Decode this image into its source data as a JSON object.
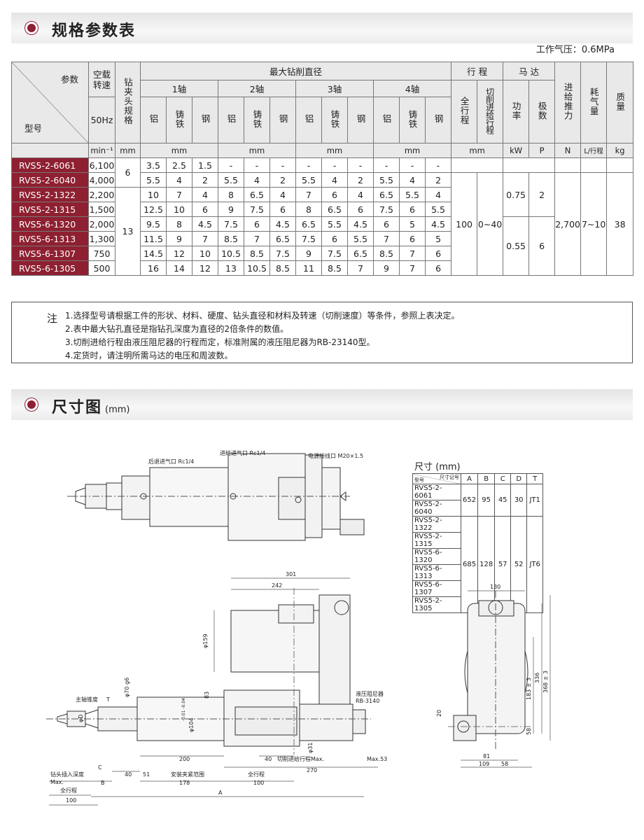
{
  "section1": {
    "title": "规格参数表",
    "pressure": "工作气压：0.6MPa"
  },
  "table": {
    "hdr_param": "参数",
    "hdr_model": "型号",
    "hdr_speed": "空载\n转速",
    "hdr_hz": "50Hz",
    "hdr_chuck": "钻夹头规格",
    "hdr_maxdia": "最大钻削直径",
    "hdr_stroke": "行 程",
    "hdr_motor": "马 达",
    "hdr_thrust": "进给推力",
    "hdr_air": "耗气量",
    "hdr_mass": "质量",
    "axes": [
      "1轴",
      "2轴",
      "3轴",
      "4轴"
    ],
    "materials": [
      "铝",
      "铸铁",
      "钢"
    ],
    "hdr_fullstroke": "全行程",
    "hdr_cutstroke": "切削进给行程",
    "hdr_power": "功率",
    "hdr_poles": "极数",
    "u_speed": "min⁻¹",
    "u_chuck": "mm",
    "u_dia": "mm",
    "u_stroke": "mm",
    "u_power": "kW",
    "u_poles": "P",
    "u_thrust": "N",
    "u_air": "L/行程",
    "u_mass": "kg",
    "rows": [
      {
        "model": "RVS5-2-6061",
        "speed": "6,100",
        "d": [
          "3.5",
          "2.5",
          "1.5",
          "-",
          "-",
          "-",
          "-",
          "-",
          "-",
          "-",
          "-",
          "-"
        ]
      },
      {
        "model": "RVS5-2-6040",
        "speed": "4,000",
        "d": [
          "5.5",
          "4",
          "2",
          "5.5",
          "4",
          "2",
          "5.5",
          "4",
          "2",
          "5.5",
          "4",
          "2"
        ]
      },
      {
        "model": "RVS5-2-1322",
        "speed": "2,200",
        "d": [
          "10",
          "7",
          "4",
          "8",
          "6.5",
          "4",
          "7",
          "6",
          "4",
          "6.5",
          "5.5",
          "4"
        ]
      },
      {
        "model": "RVS5-2-1315",
        "speed": "1,500",
        "d": [
          "12.5",
          "10",
          "6",
          "9",
          "7.5",
          "6",
          "8",
          "6.5",
          "6",
          "7.5",
          "6",
          "5.5"
        ]
      },
      {
        "model": "RVS5-6-1320",
        "speed": "2,000",
        "d": [
          "9.5",
          "8",
          "4.5",
          "7.5",
          "6",
          "4.5",
          "6.5",
          "5.5",
          "4.5",
          "6",
          "5",
          "4.5"
        ]
      },
      {
        "model": "RVS5-6-1313",
        "speed": "1,300",
        "d": [
          "11.5",
          "9",
          "7",
          "8.5",
          "7",
          "6.5",
          "7.5",
          "6",
          "5.5",
          "7",
          "6",
          "5"
        ]
      },
      {
        "model": "RVS5-6-1307",
        "speed": "750",
        "d": [
          "14.5",
          "12",
          "10",
          "10.5",
          "8.5",
          "7.5",
          "9",
          "7.5",
          "6.5",
          "8.5",
          "7",
          "6"
        ]
      },
      {
        "model": "RVS5-6-1305",
        "speed": "500",
        "d": [
          "16",
          "14",
          "12",
          "13",
          "10.5",
          "8.5",
          "11",
          "8.5",
          "7",
          "9",
          "7",
          "6"
        ]
      }
    ],
    "chuck_a": "6",
    "chuck_b": "13",
    "fullstroke": "100",
    "cutstroke": "0~40",
    "power_a": "0.75",
    "power_b": "0.55",
    "poles_a": "2",
    "poles_b": "6",
    "thrust": "2,700",
    "air": "7~10",
    "mass": "38"
  },
  "notes": {
    "label": "注",
    "lines": [
      "1.选择型号请根据工件的形状、材料、硬度、钻头直径和材料及转速（切削速度）等条件，参照上表决定。",
      "2.表中最大钻孔直径是指钻孔深度为直径的2倍条件的数值。",
      "3.切削进给行程由液压阻尼器的行程而定，标准附属的液压阻尼器为RB-23140型。",
      "4.定货时，请注明所需马达的电压和周波数。"
    ]
  },
  "section2": {
    "title": "尺寸图",
    "unit": "(mm)"
  },
  "dimtable": {
    "title": "尺寸 (mm)",
    "hdr_model": "型号",
    "hdr_sym": "尺寸记号",
    "cols": [
      "A",
      "B",
      "C",
      "D",
      "T"
    ],
    "models": [
      "RVS5-2-6061",
      "RVS5-2-6040",
      "RVS5-2-1322",
      "RVS5-2-1315",
      "RVS5-6-1320",
      "RVS5-6-1313",
      "RVS5-6-1307",
      "RVS5-2-1305"
    ],
    "group1": [
      "652",
      "95",
      "45",
      "30",
      "JT1"
    ],
    "group2": [
      "685",
      "128",
      "57",
      "52",
      "JT6"
    ]
  },
  "drawing": {
    "top_labels": {
      "rear_air": "后退进气口 Rc1/4",
      "feed_air": "进给进气口 Rc1/4",
      "power": "电源接线口 M20×1.5"
    },
    "side": {
      "d301": "301",
      "d242": "242",
      "d159": "φ159",
      "d83": "83",
      "d70": "φ70 g6",
      "spindle_taper": "主轴锥度",
      "t": "T",
      "dD": "φD",
      "d104": "φ104",
      "tol_104": "-0.01 -0.04",
      "d31": "φ31",
      "damper": "液压阻尼器",
      "damper_model": "RB-3140",
      "d200": "200",
      "d40a": "40",
      "cut_stroke": "切削进给行程Max.",
      "max53": "Max.53",
      "d270": "270",
      "drill_depth": "钻头插入深度",
      "max": "Max.",
      "c": "C",
      "d40b": "40",
      "d51": "51",
      "clamp": "安装夹紧范围",
      "full_stroke": "全行程",
      "d100a": "100",
      "b": "B",
      "d178": "178",
      "a": "A",
      "full_stroke2": "全行程",
      "d100b": "100"
    },
    "front": {
      "d130": "130",
      "d183": "183 ± 3",
      "d336": "336",
      "d368": "368 ± 3",
      "d20": "20",
      "d58": "58",
      "d81": "81",
      "d109": "109",
      "d58b": "58"
    }
  }
}
